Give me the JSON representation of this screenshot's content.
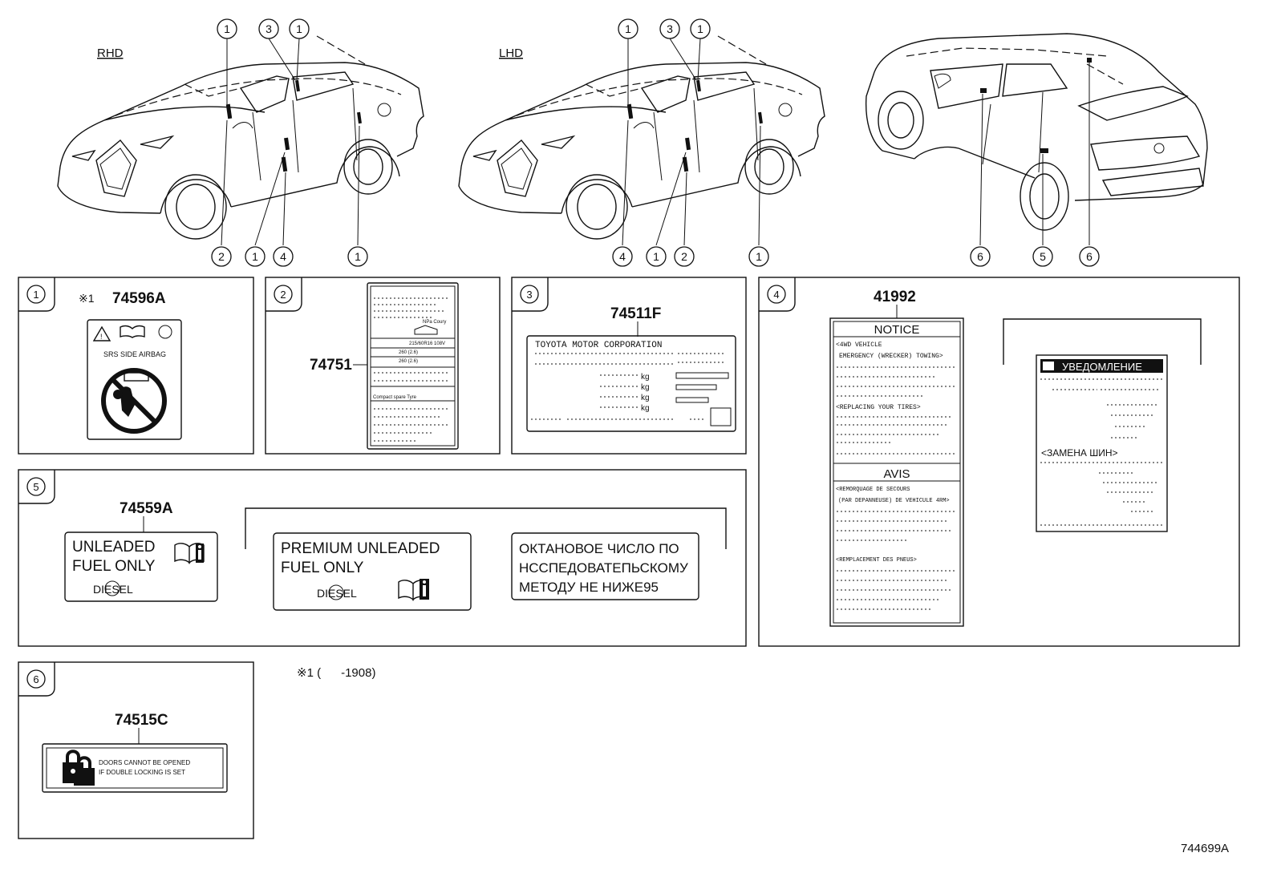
{
  "drawing_number": "744699A",
  "footnote": "※1 (      -1908)",
  "views": {
    "rhd": "RHD",
    "lhd": "LHD"
  },
  "callouts": {
    "rhd_top": [
      "1",
      "3",
      "1"
    ],
    "rhd_bottom": [
      "2",
      "1",
      "4",
      "1"
    ],
    "lhd_top": [
      "1",
      "3",
      "1"
    ],
    "lhd_bottom": [
      "4",
      "1",
      "2",
      "1"
    ],
    "rear_bottom": [
      "6",
      "5",
      "6"
    ]
  },
  "panels": [
    {
      "index": "1",
      "part_number": "74596A",
      "note_mark": "※1",
      "label_text": "SRS SIDE AIRBAG"
    },
    {
      "index": "2",
      "part_number": "74751",
      "label_lines": [
        "NPa Coury",
        "215/60R16 108V",
        "260 (2.6)",
        "260 (2.6)",
        "Compact spare Tyre"
      ]
    },
    {
      "index": "3",
      "part_number": "74511F",
      "label_header": "TOYOTA MOTOR CORPORATION",
      "units": [
        "kg",
        "kg",
        "kg",
        "kg"
      ]
    },
    {
      "index": "4",
      "part_number": "41992",
      "en_title": "NOTICE",
      "en_lines": [
        "<4WD VEHICLE",
        "EMERGENCY (WRECKER) TOWING>",
        "<REPLACING YOUR TIRES>"
      ],
      "fr_title": "AVIS",
      "fr_lines": [
        "<REMORQUAGE DE SECOURS",
        "(PAR DEPANNEUSE) DE VEHICULE 4RM>",
        "<REMPLACEMENT DES PNEUS>"
      ],
      "ru_title": "УВЕДОМЛЕНИЕ",
      "ru_section": "<ЗАМЕНА ШИН>"
    },
    {
      "index": "5",
      "part_number": "74559A",
      "label_a": [
        "UNLEADED",
        "FUEL ONLY"
      ],
      "label_b": [
        "PREMIUM  UNLEADED",
        "FUEL  ONLY"
      ],
      "label_c": [
        "ОКТАНОВОЕ ЧИСЛО ПО",
        "НССПЕДОВАТЕПЬСКОМУ",
        "МЕТОДУ НЕ НИЖЕ95"
      ],
      "diesel": "DIESEL"
    },
    {
      "index": "6",
      "part_number": "74515C",
      "label_lines": [
        "DOORS CANNOT BE OPENED",
        "IF DOUBLE LOCKING IS SET"
      ]
    }
  ]
}
